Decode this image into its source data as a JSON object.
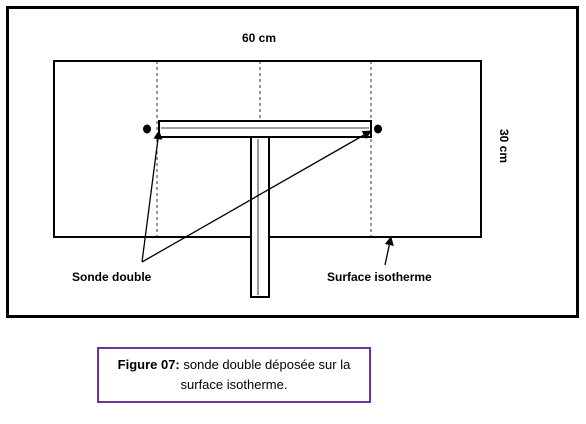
{
  "diagram": {
    "width_label": "60 cm",
    "height_label": "30 cm",
    "probe_label": "Sonde double",
    "surface_label": "Surface isotherme"
  },
  "caption": {
    "label": "Figure 07:",
    "line1": " sonde double déposée sur la",
    "line2": "surface isotherme."
  }
}
